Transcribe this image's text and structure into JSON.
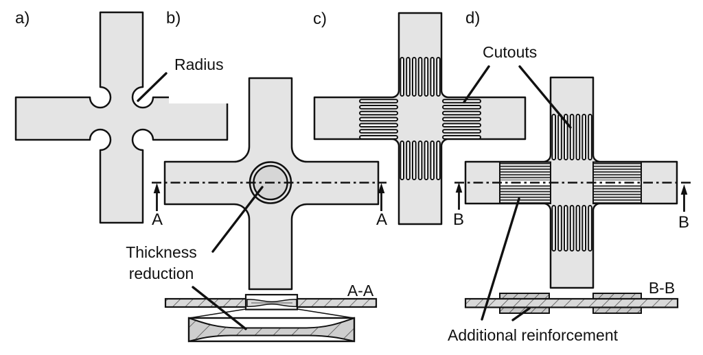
{
  "figure_labels": {
    "panel_a": "a)",
    "panel_b": "b)",
    "panel_c": "c)",
    "panel_d": "d)",
    "radius": "Radius",
    "cutouts": "Cutouts",
    "thickness_reduction": "Thickness reduction",
    "additional_reinforcement": "Additional reinforcement",
    "section_aa": "A-A",
    "section_bb": "B-B",
    "marker_a": "A",
    "marker_b": "B"
  },
  "colors": {
    "background": "#ffffff",
    "specimen_fill": "#e4e4e4",
    "thickness_reduction_fill": "#d6d6d6",
    "outline": "#111111",
    "section_strip_fill": "#d9d9d9",
    "reinforcement_block_fill": "#c9c9c9"
  }
}
